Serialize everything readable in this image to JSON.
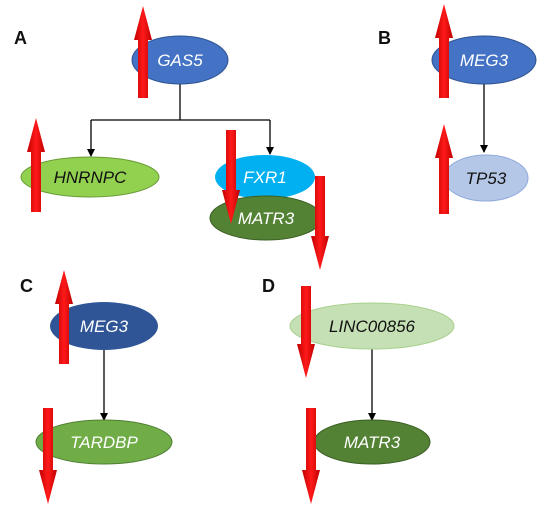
{
  "panels": {
    "A": {
      "letter": "A"
    },
    "B": {
      "letter": "B"
    },
    "C": {
      "letter": "C"
    },
    "D": {
      "letter": "D"
    }
  },
  "nodes": {
    "a_gas5": {
      "label": "GAS5",
      "fill": "#4472c4",
      "text_color": "#ffffff",
      "regulation": "up"
    },
    "a_hnrnpc": {
      "label": "HNRNPC",
      "fill": "#92d050",
      "text_color": "#111111",
      "regulation": "up"
    },
    "a_fxr1": {
      "label": "FXR1",
      "fill": "#00b0f0",
      "text_color": "#ffffff",
      "regulation": "down"
    },
    "a_matr3": {
      "label": "MATR3",
      "fill": "#548235",
      "text_color": "#ffffff",
      "regulation": "down"
    },
    "b_meg3": {
      "label": "MEG3",
      "fill": "#4472c4",
      "text_color": "#ffffff",
      "regulation": "up"
    },
    "b_tp53": {
      "label": "TP53",
      "fill": "#b4c7e7",
      "text_color": "#111111",
      "regulation": "up"
    },
    "c_meg3": {
      "label": "MEG3",
      "fill": "#2f5597",
      "text_color": "#ffffff",
      "regulation": "up"
    },
    "c_tardbp": {
      "label": "TARDBP",
      "fill": "#70ad47",
      "text_color": "#ffffff",
      "regulation": "down"
    },
    "d_linc": {
      "label": "LINC00856",
      "fill": "#c5e0b4",
      "text_color": "#111111",
      "regulation": "down"
    },
    "d_matr3": {
      "label": "MATR3",
      "fill": "#548235",
      "text_color": "#ffffff",
      "regulation": "down"
    }
  },
  "colors": {
    "arrow_red": "#ff0000",
    "arrow_shadow": "#c00000",
    "connector": "#000000"
  }
}
